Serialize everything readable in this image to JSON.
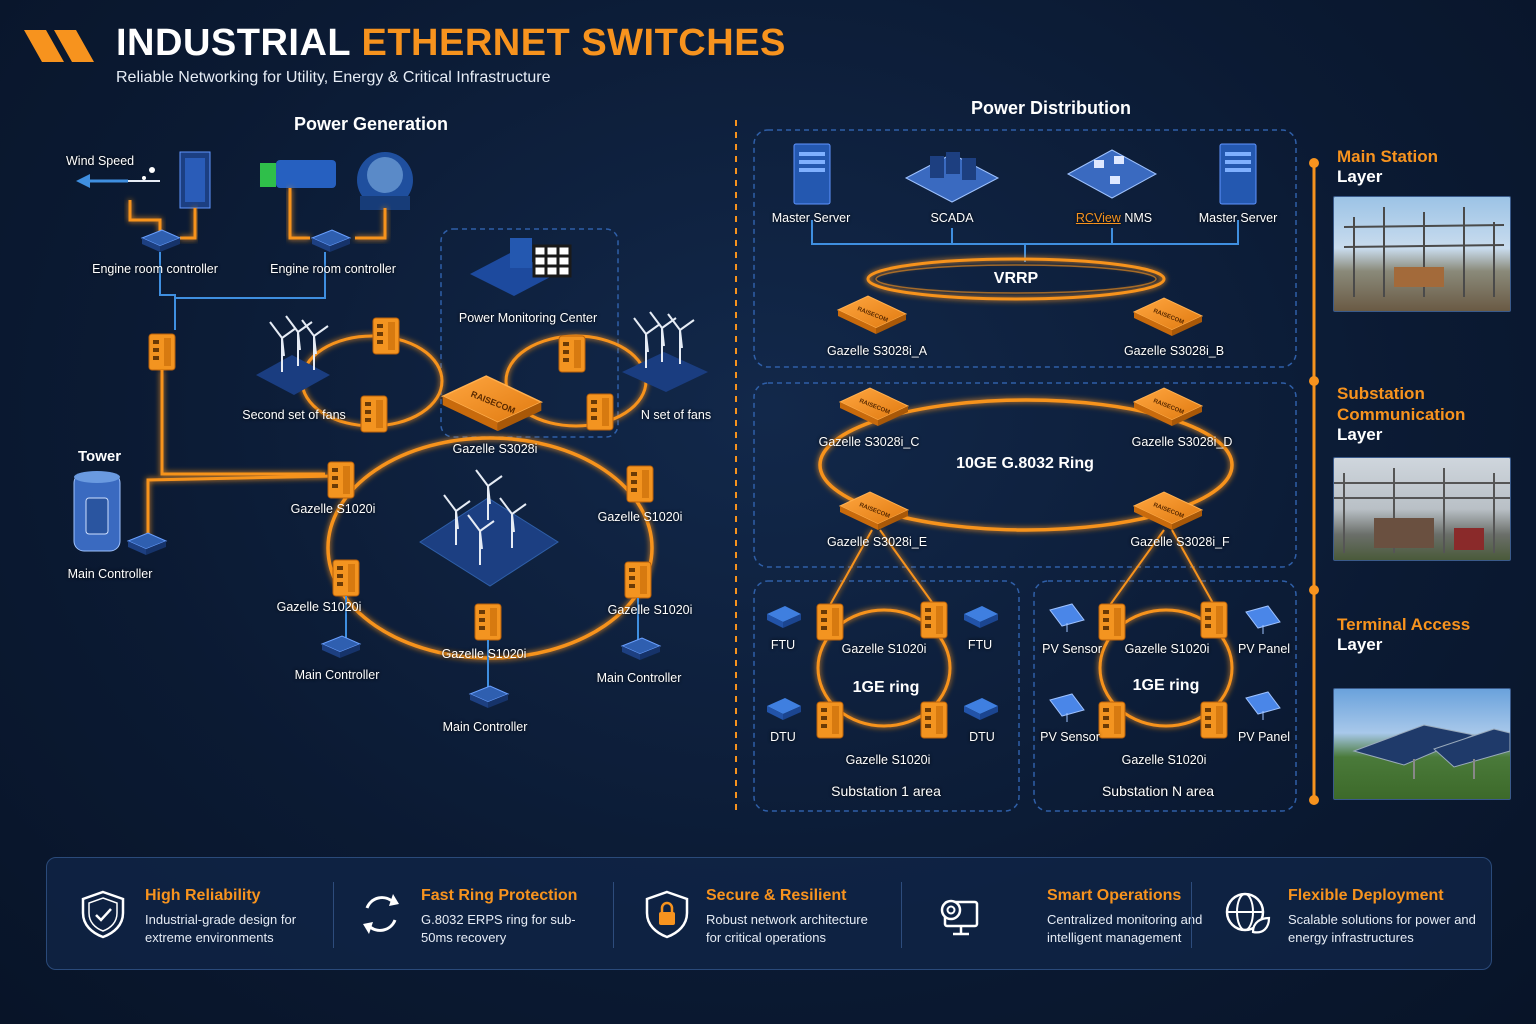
{
  "header": {
    "title_white": "INDUSTRIAL",
    "title_orange": "ETHERNET SWITCHES",
    "subtitle": "Reliable Networking for Utility, Energy & Critical Infrastructure"
  },
  "power_generation": {
    "section_title": "Power Generation",
    "wind_speed": "Wind Speed",
    "engine_room_controller": "Engine room controller",
    "power_monitoring_center": "Power Monitoring Center",
    "second_set_of_fans": "Second set of fans",
    "n_set_of_fans": "N set of fans",
    "core_switch": "Gazelle S3028i",
    "tower": "Tower",
    "main_controller": "Main Controller",
    "ring_switch": "Gazelle S1020i",
    "brand": "RAISECOM"
  },
  "power_distribution": {
    "section_title": "Power Distribution",
    "master_server": "Master Server",
    "scada": "SCADA",
    "rcview_prefix": "RC",
    "rcview_main": "View",
    "rcview_suffix": " NMS",
    "vrrp": "VRRP",
    "switch_a": "Gazelle S3028i_A",
    "switch_b": "Gazelle S3028i_B",
    "switch_c": "Gazelle S3028i_C",
    "switch_d": "Gazelle S3028i_D",
    "switch_e": "Gazelle S3028i_E",
    "switch_f": "Gazelle S3028i_F",
    "ring_10ge": "10GE G.8032 Ring",
    "ring_1ge": "1GE ring",
    "access_switch": "Gazelle S1020i",
    "ftu": "FTU",
    "dtu": "DTU",
    "pv_sensor": "PV Sensor",
    "pv_panel": "PV Panel",
    "substation_1": "Substation 1 area",
    "substation_n": "Substation N area"
  },
  "layers": [
    {
      "title": "Main Station",
      "sub": "Layer"
    },
    {
      "title": "Substation Communication",
      "sub": "Layer"
    },
    {
      "title": "Terminal Access",
      "sub": "Layer"
    }
  ],
  "features": [
    {
      "title": "High Reliability",
      "desc": "Industrial-grade design for extreme environments",
      "icon": "shield-check-icon"
    },
    {
      "title": "Fast Ring Protection",
      "desc": "G.8032 ERPS ring for sub-50ms recovery",
      "icon": "refresh-cycle-icon"
    },
    {
      "title": "Secure & Resilient",
      "desc": "Robust network architecture for critical operations",
      "icon": "shield-lock-icon"
    },
    {
      "title": "Smart Operations",
      "desc": "Centralized monitoring and intelligent management",
      "icon": "gear-monitor-icon"
    },
    {
      "title": "Flexible Deployment",
      "desc": "Scalable solutions for power and energy infrastructures",
      "icon": "globe-leaf-icon"
    }
  ],
  "colors": {
    "accent": "#f7931e",
    "background": "#0b1a33",
    "link": "#3f8fe0",
    "panel_border": "#2f5fa8"
  }
}
